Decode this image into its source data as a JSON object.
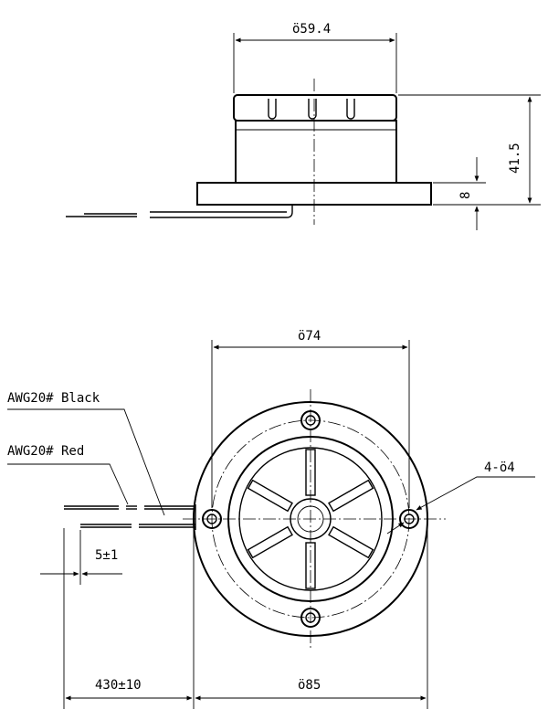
{
  "side_view": {
    "dim_diameter_top": "ö59.4",
    "dim_height_total": "41.5",
    "dim_flange_thickness": "8"
  },
  "plan_view": {
    "dim_diameter_bolt_circle": "ö74",
    "dim_diameter_flange": "ö85",
    "dim_holes": "4-ö4",
    "dim_wire_strip": "5±1",
    "dim_wire_length": "430±10",
    "wire_black_label": "AWG20# Black",
    "wire_red_label": "AWG20# Red"
  }
}
